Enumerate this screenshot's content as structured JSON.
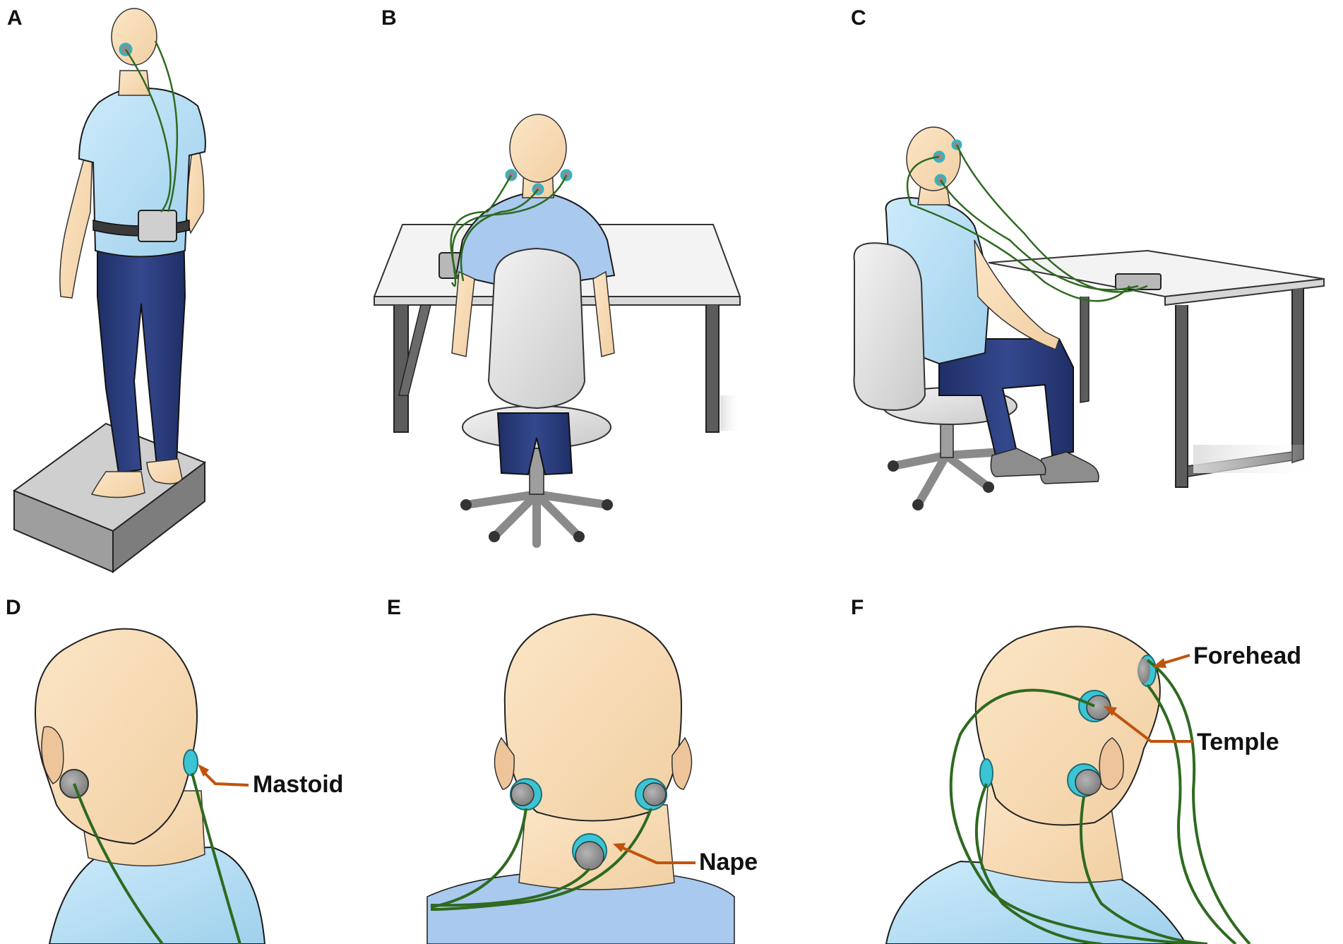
{
  "colors": {
    "skin": "#f9ddb6",
    "shirt": "#bfe3f7",
    "pants": "#283a7a",
    "wire": "#2e6a20",
    "electrode_ring": "#3bc4d4",
    "electrode_face": "#9a9a9a",
    "arrow": "#c0530d",
    "table_top": "#f2f2f2",
    "table_leg": "#5e5e5e",
    "chair": "#e4e4e4",
    "platform": "#9a9a9a"
  },
  "panels": {
    "a": {
      "label": "A"
    },
    "b": {
      "label": "B"
    },
    "c": {
      "label": "C"
    },
    "d": {
      "label": "D",
      "callout": "Mastoid"
    },
    "e": {
      "label": "E",
      "callout": "Nape"
    },
    "f": {
      "label": "F",
      "callouts": {
        "forehead": "Forehead",
        "temple": "Temple"
      }
    }
  }
}
